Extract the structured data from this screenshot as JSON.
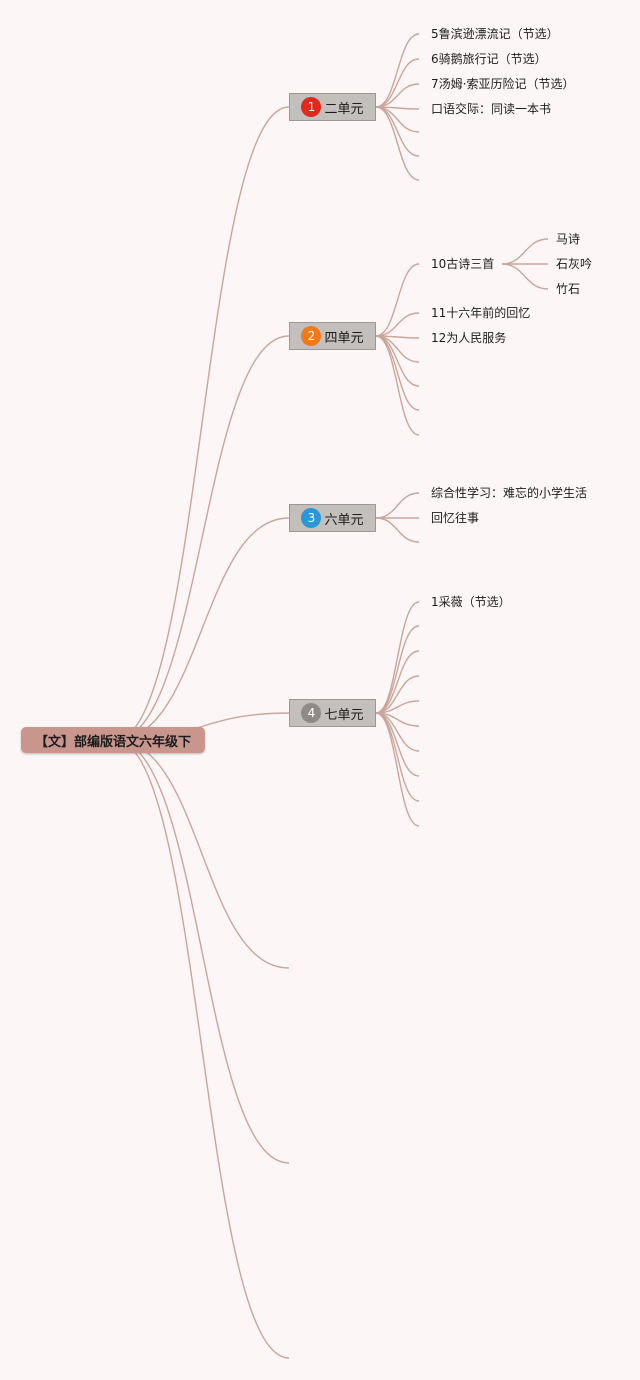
{
  "root": {
    "label": "【文】部编版语文六年级下"
  },
  "colors": {
    "edge": "#c9a59a"
  },
  "units": [
    {
      "badge": "1",
      "badge_color": "#df2a1e",
      "label": "二单元",
      "children": [
        {
          "label": "5鲁滨逊漂流记（节选）",
          "children": []
        },
        {
          "label": "6骑鹅旅行记（节选）",
          "children": []
        },
        {
          "label": "7汤姆·索亚历险记（节选）",
          "children": []
        },
        {
          "label": "口语交际：同读一本书",
          "children": []
        }
      ]
    },
    {
      "badge": "2",
      "badge_color": "#ee7a1e",
      "label": "四单元",
      "children": [
        {
          "label": "10古诗三首",
          "children": [
            "马诗",
            "石灰吟",
            "竹石"
          ]
        },
        {
          "label": "11十六年前的回忆",
          "children": []
        },
        {
          "label": "12为人民服务",
          "children": []
        }
      ]
    },
    {
      "badge": "3",
      "badge_color": "#2a97d6",
      "label": "六单元",
      "children": [
        {
          "label": "综合性学习：难忘的小学生活",
          "children": []
        },
        {
          "label": "回忆往事",
          "children": []
        }
      ]
    },
    {
      "badge": "4",
      "badge_color": "#8f8a88",
      "label": "七单元",
      "children": [
        {
          "label": "1采薇（节选）",
          "children": []
        }
      ]
    }
  ]
}
